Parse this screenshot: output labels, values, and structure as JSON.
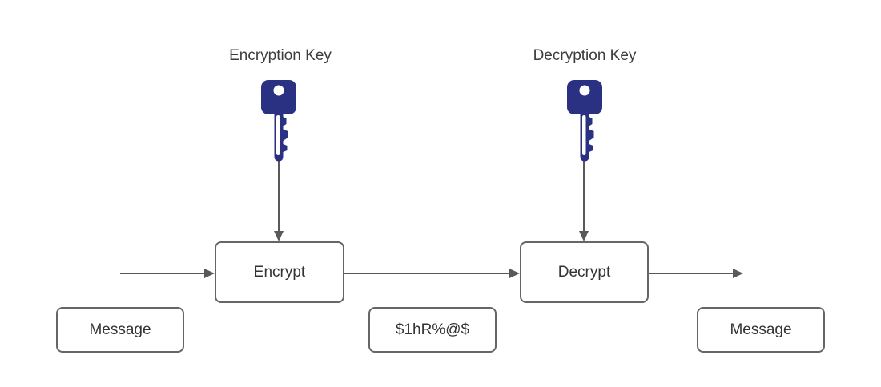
{
  "labels": {
    "encryption_key": "Encryption Key",
    "decryption_key": "Decryption Key"
  },
  "nodes": {
    "encrypt": {
      "label": "Encrypt"
    },
    "decrypt": {
      "label": "Decrypt"
    },
    "message_in": {
      "label": "Message"
    },
    "ciphertext": {
      "label": "$1hR%@$"
    },
    "message_out": {
      "label": "Message"
    }
  },
  "icons": {
    "encryption_key": "key-icon",
    "decryption_key": "key-icon"
  },
  "colors": {
    "background": "#ffffff",
    "key_fill": "#2b3182",
    "box_border": "#666666",
    "box_text": "#333333",
    "label_text": "#3c3c3c",
    "arrow": "#595959"
  }
}
